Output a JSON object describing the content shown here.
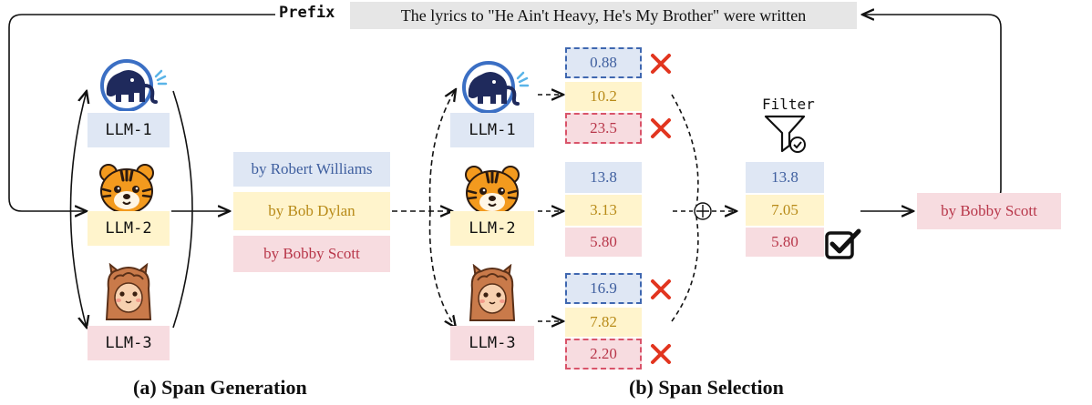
{
  "prefix": {
    "label": "Prefix",
    "text": "The lyrics to \"He Ain't Heavy, He's My Brother\" were written"
  },
  "colors": {
    "blue_bg": "#dfe7f4",
    "blue_text": "#3f5f9f",
    "blue_dash": "#3f67b0",
    "yellow_bg": "#fff4cc",
    "yellow_text": "#b88a18",
    "pink_bg": "#f7dce0",
    "pink_text": "#b8374a",
    "pink_dash": "#d9546a",
    "gray_bg": "#e6e6e6",
    "cross": "#e2351f"
  },
  "models": [
    {
      "label": "LLM-1",
      "icon": "elephant-icon"
    },
    {
      "label": "LLM-2",
      "icon": "tiger-icon"
    },
    {
      "label": "LLM-3",
      "icon": "alpaca-icon"
    }
  ],
  "spans": [
    "by Robert Williams",
    "by Bob Dylan",
    "by Bobby Scott"
  ],
  "scores": {
    "llm1": [
      "0.88",
      "10.2",
      "23.5"
    ],
    "llm2": [
      "13.8",
      "3.13",
      "5.80"
    ],
    "llm3": [
      "16.9",
      "7.82",
      "2.20"
    ]
  },
  "filter": {
    "label": "Filter",
    "icon": "filter-funnel-icon"
  },
  "combined": [
    "13.8",
    "7.05",
    "5.80"
  ],
  "output": "by Bobby Scott",
  "captions": {
    "generation": "(a) Span Generation",
    "selection": "(b) Span Selection"
  }
}
